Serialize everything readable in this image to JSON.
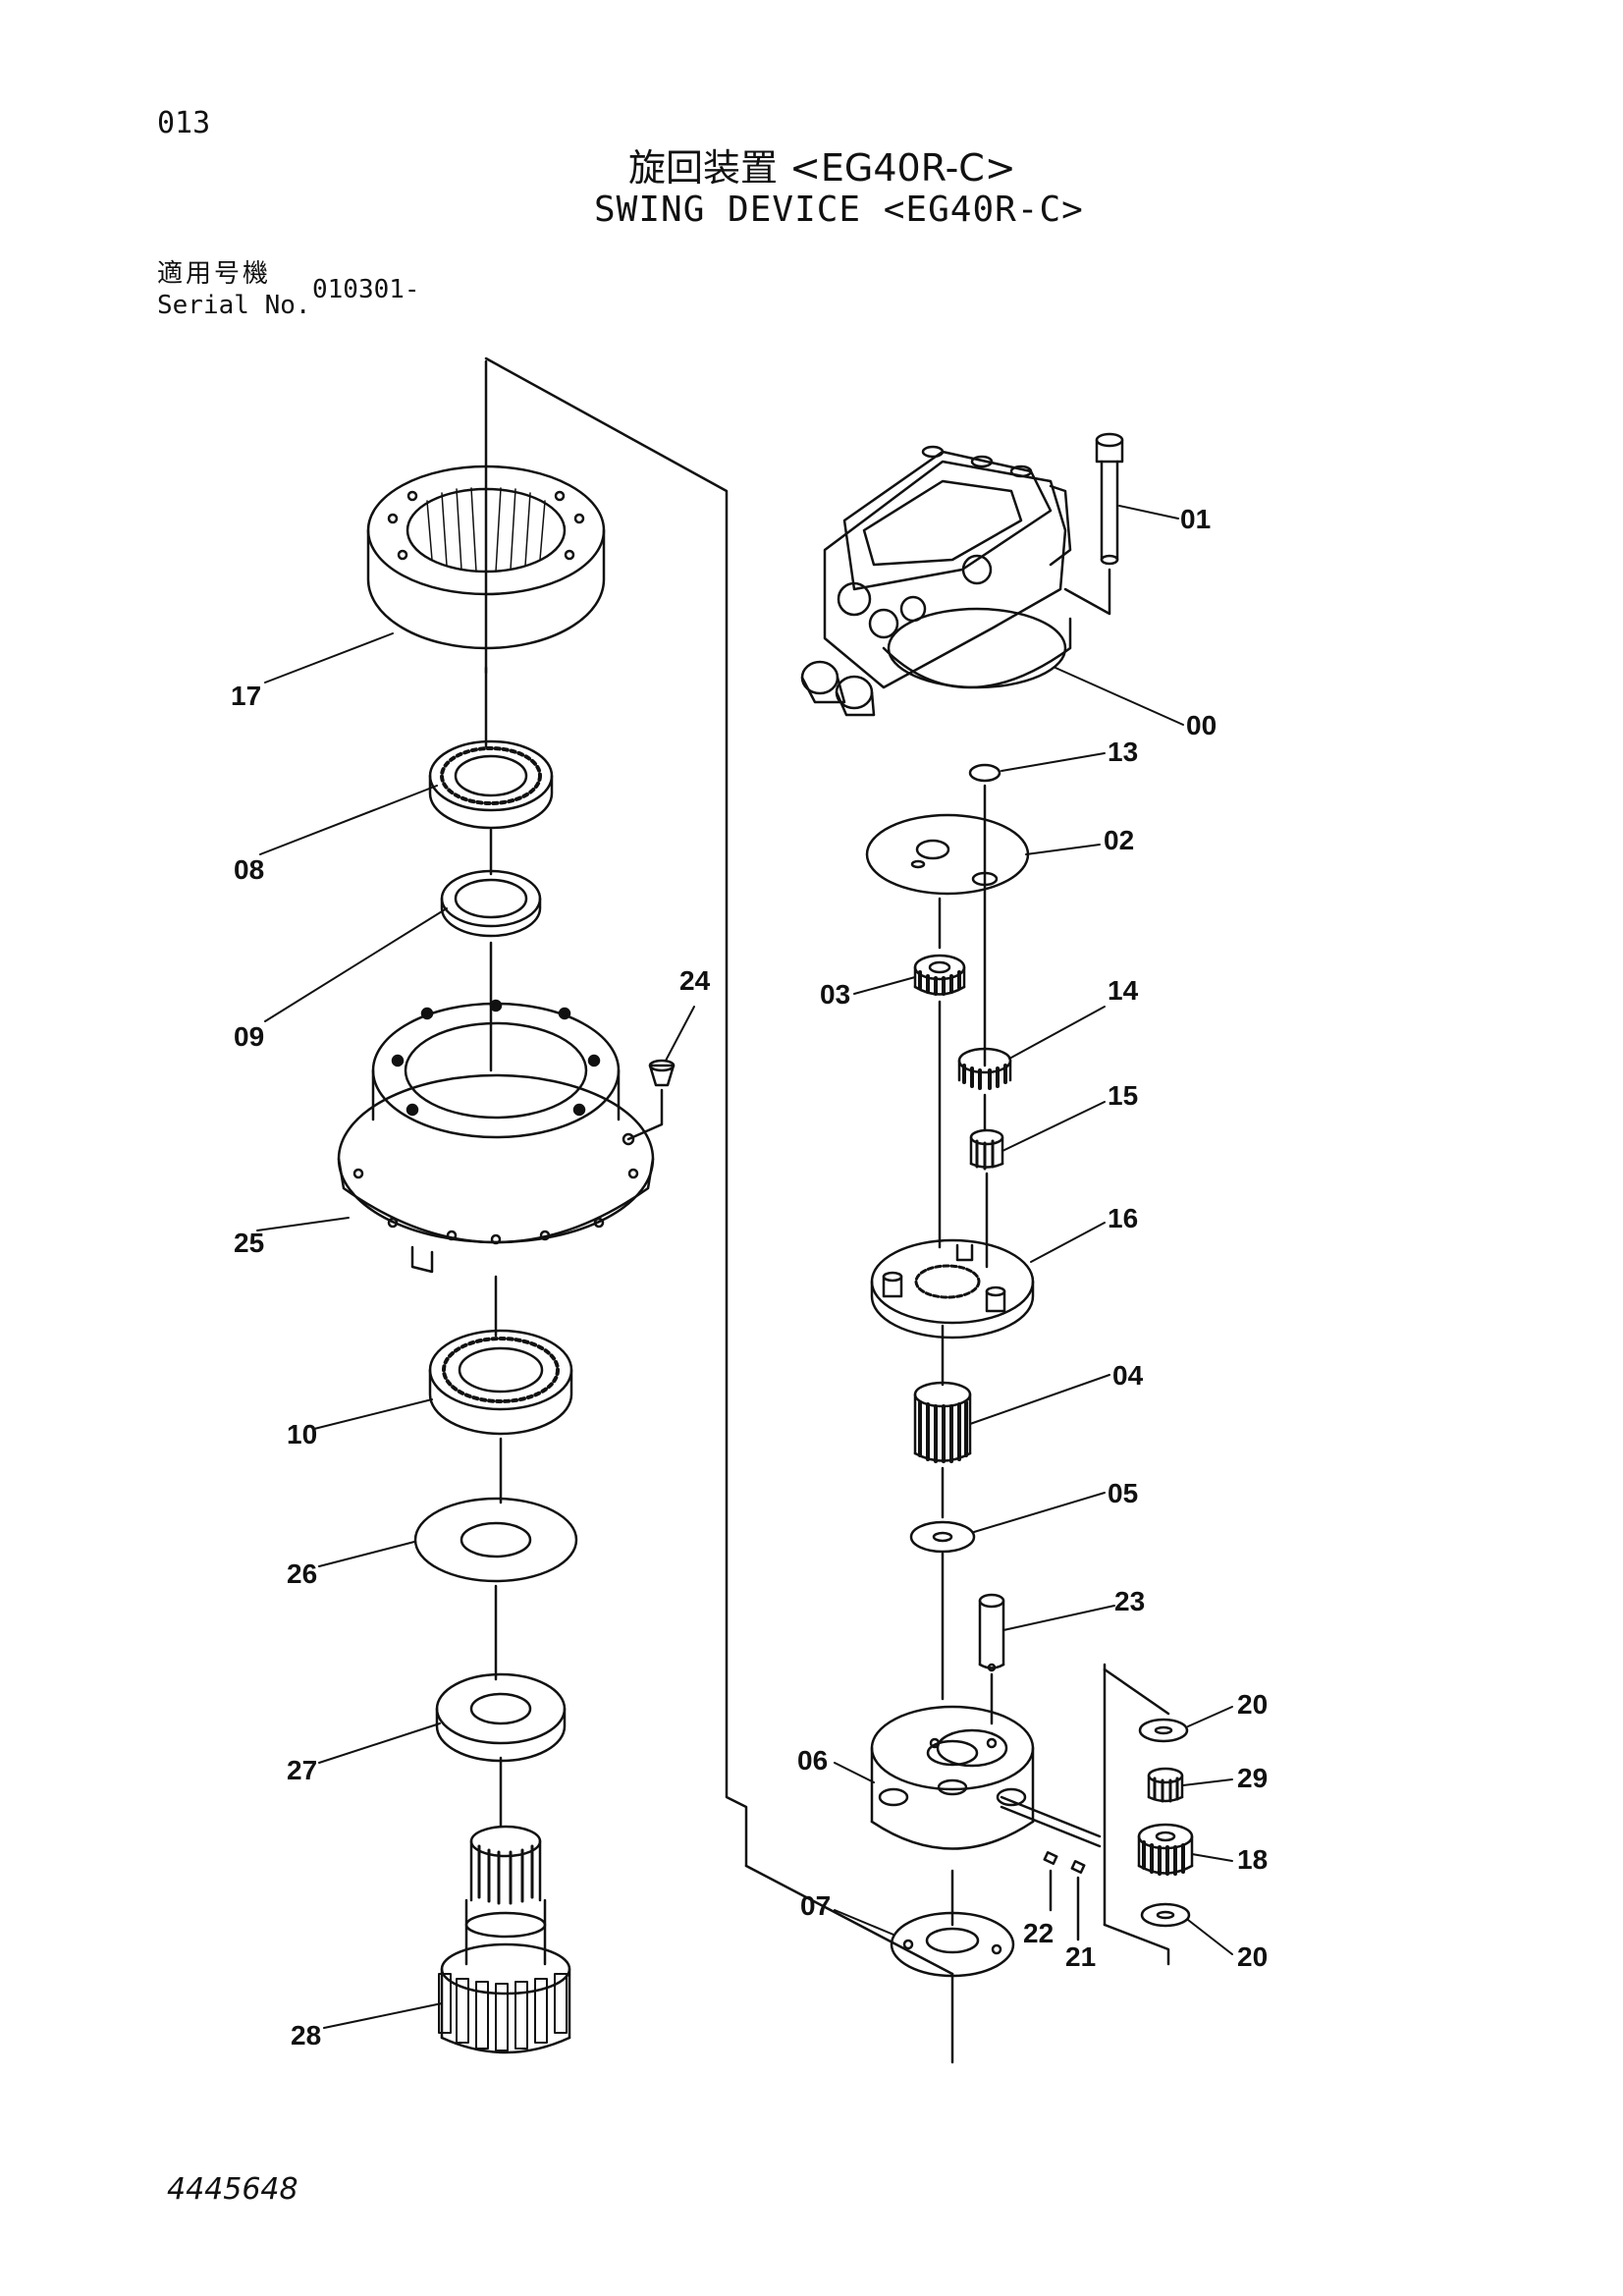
{
  "header": {
    "page_number": "013",
    "title_jp": "旋回装置 <EG40R-C>",
    "title_en": "SWING DEVICE <EG40R-C>",
    "serial_label_jp": "適用号機",
    "serial_label_en": "Serial No.",
    "serial_value": "010301-"
  },
  "footer": {
    "document_number": "4445648"
  },
  "parts": {
    "p00": "00",
    "p01": "01",
    "p02": "02",
    "p03": "03",
    "p04": "04",
    "p05": "05",
    "p06": "06",
    "p07": "07",
    "p08": "08",
    "p09": "09",
    "p10": "10",
    "p13": "13",
    "p14": "14",
    "p15": "15",
    "p16": "16",
    "p17": "17",
    "p18": "18",
    "p20a": "20",
    "p20b": "20",
    "p21": "21",
    "p22": "22",
    "p23": "23",
    "p24": "24",
    "p25": "25",
    "p26": "26",
    "p27": "27",
    "p28": "28",
    "p29": "29"
  }
}
